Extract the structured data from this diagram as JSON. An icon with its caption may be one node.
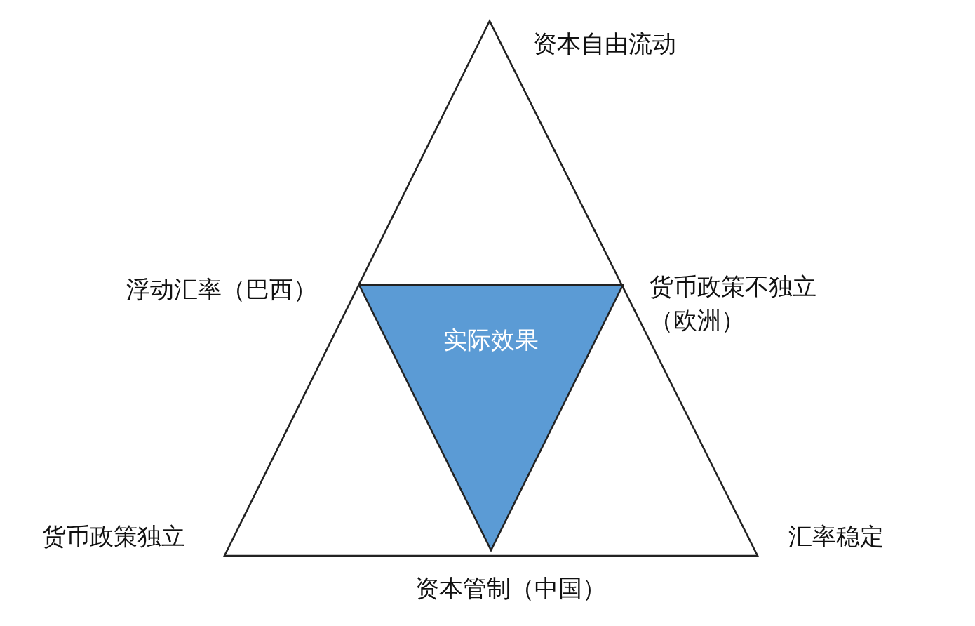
{
  "diagram": {
    "nodes": [
      {
        "text": [
          "实际效果"
        ]
      }
    ],
    "labels": [
      "资本自由流动",
      "浮动汇率（巴西）",
      "货币政策不独立（欧洲）",
      "货币政策独立",
      "汇率稳定",
      "资本管制（中国）"
    ]
  }
}
